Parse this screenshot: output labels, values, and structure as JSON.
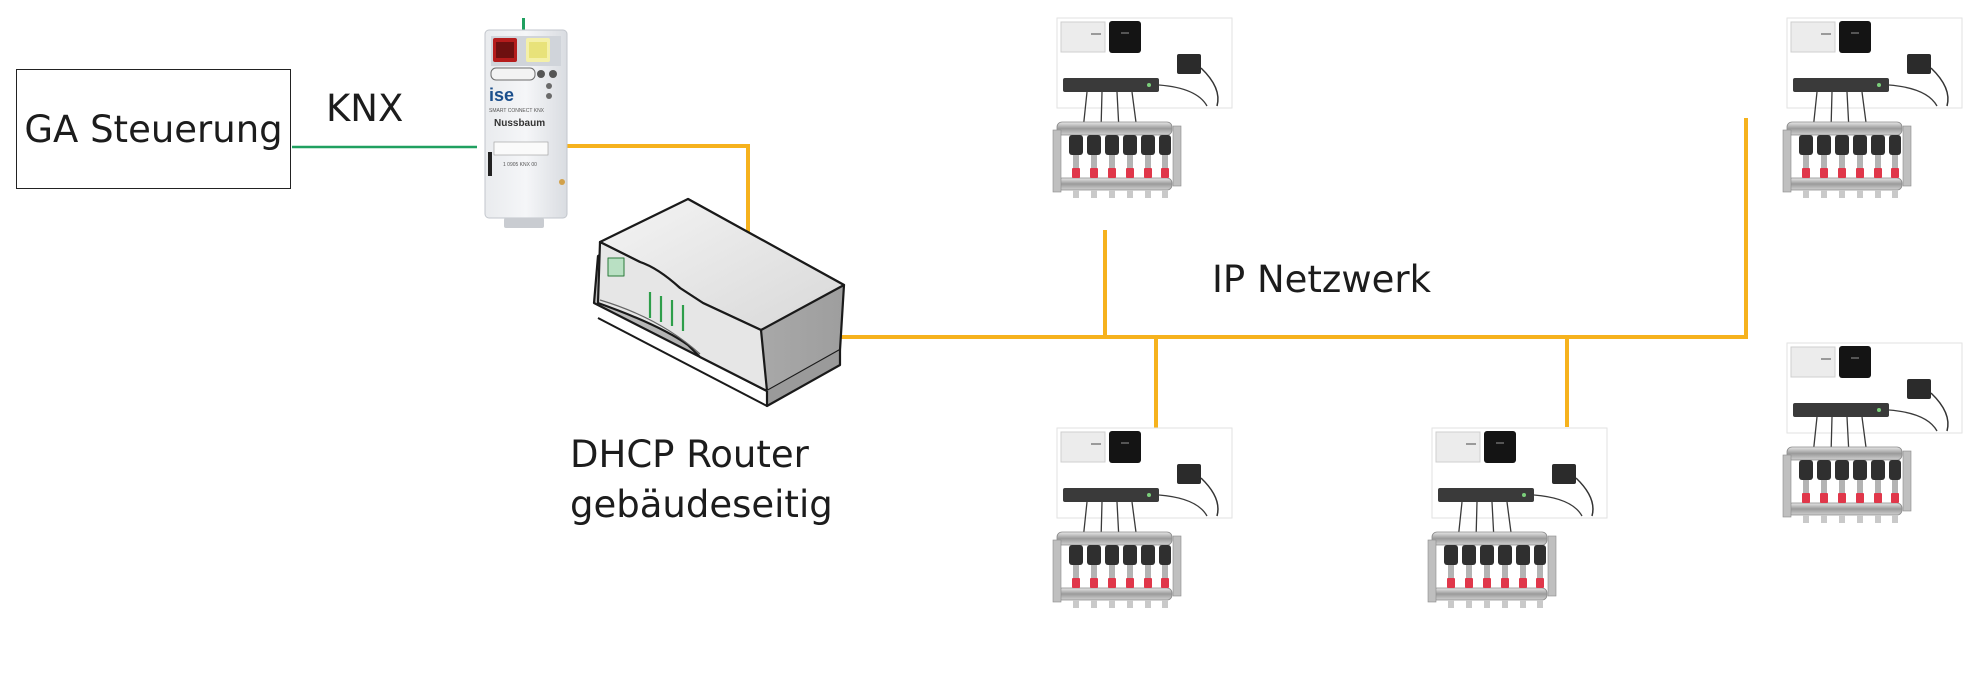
{
  "controller": {
    "label": "GA Steuerung"
  },
  "bus": {
    "label": "KNX"
  },
  "gateway": {
    "brand": "ise",
    "product": "SMART CONNECT KNX",
    "name": "Nussbaum",
    "code": "1 0905 KNX 00"
  },
  "router": {
    "line1": "DHCP Router",
    "line2": "gebäudeseitig"
  },
  "network": {
    "label": "IP Netzwerk"
  },
  "colors": {
    "knx_line": "#20a060",
    "ip_line": "#f6b21d",
    "box_border": "#222222"
  },
  "icons": {
    "gateway": "knx-ip-gateway-icon",
    "router": "network-router-icon",
    "station": "heating-manifold-station-icon"
  }
}
